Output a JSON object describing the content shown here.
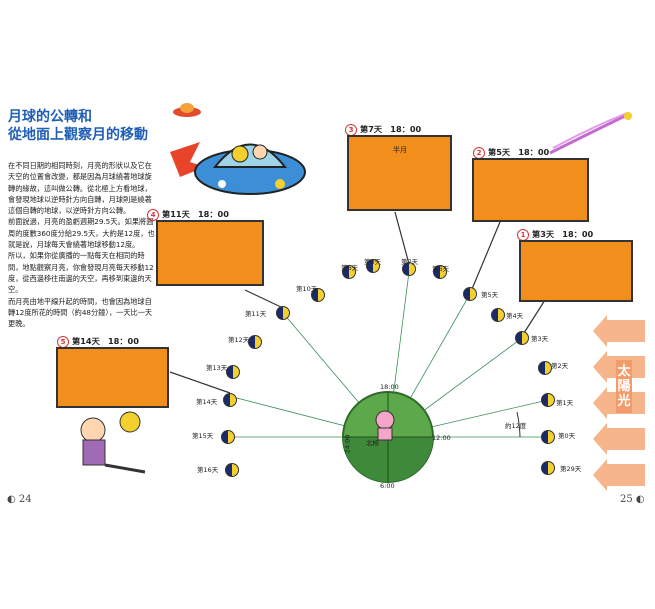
{
  "title": {
    "line1": "月球的公轉和",
    "line2": "從地面上觀察月的移動"
  },
  "paragraphs": [
    "在不同日期的相同時刻，月亮的形狀以及它在天空的位置會改變，都是因為月球繞著地球旋轉的緣故，這叫做公轉。從北極上方看地球，會發現地球以逆時針方向自轉，月球則是繞著這個自轉的地球，以逆時針方向公轉。",
    "前面說過，月亮的盈虧週期29.5天。如果將圓周的度數360度分給29.5天，大約是12度，也就是說，月球每天會繞著地球移動12度。",
    "所以，如果你從廣播的一點每天在相同的時間，地點觀察月亮，你會發現月亮每天移動12度，從西邊移往南邊的天空，再移到東邊的天空。",
    "而月亮由地平線升起的時間，也會因為地球自轉12度所花的時間（約48分鐘），一天比一天更晚。"
  ],
  "cards": [
    {
      "num": "3",
      "label": "第7天　18：00",
      "caption": "半月"
    },
    {
      "num": "2",
      "label": "第5天　18：00",
      "caption": ""
    },
    {
      "num": "1",
      "label": "第3天　18：00",
      "caption": ""
    },
    {
      "num": "4",
      "label": "第11天　18：00",
      "caption": ""
    },
    {
      "num": "5",
      "label": "第14天　18：00",
      "caption": ""
    }
  ],
  "days": [
    "第6天",
    "第8天",
    "第7天",
    "第6天",
    "第5天",
    "第4天",
    "第3天",
    "第2天",
    "第1天",
    "第0天",
    "第29天",
    "第10天",
    "第11天",
    "第12天",
    "第13天",
    "第14天",
    "第15天",
    "第16天"
  ],
  "earth": {
    "top": "18:00",
    "right": "12:00",
    "bottom": "6:00",
    "left": "24:00",
    "north": "北極"
  },
  "angle_label": "約12度",
  "sun_label": "太陽光",
  "page_left": "24",
  "page_right": "25",
  "colors": {
    "sky": "#f28e1c",
    "title": "#1f5fb5",
    "sun_arrow": "#f6b58a",
    "earth": "#5da84a"
  }
}
